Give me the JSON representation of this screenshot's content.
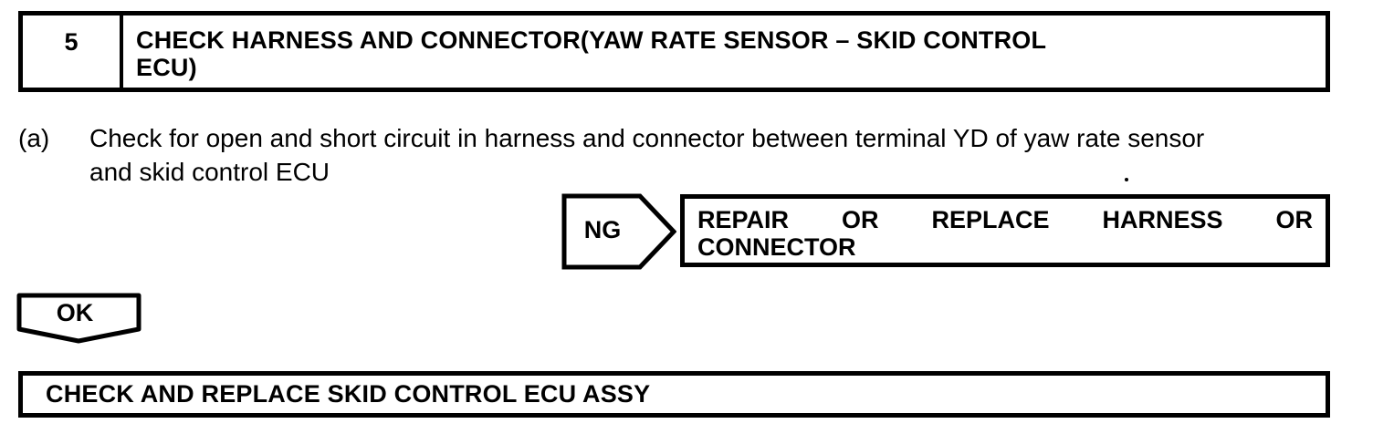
{
  "colors": {
    "ink": "#000000",
    "paper": "#ffffff"
  },
  "step": {
    "number": "5",
    "title_lines": [
      "CHECK HARNESS AND CONNECTOR(YAW RATE SENSOR – SKID CONTROL",
      "ECU)"
    ]
  },
  "instruction": {
    "marker": "(a)",
    "lines": [
      "Check for open and short circuit in harness and connector between terminal YD of yaw rate sensor",
      "and skid control ECU"
    ]
  },
  "ng": {
    "label": "NG",
    "action_lines": [
      "REPAIR OR REPLACE HARNESS OR",
      "CONNECTOR"
    ]
  },
  "ok": {
    "label": "OK"
  },
  "result": {
    "text": "CHECK AND REPLACE SKID CONTROL ECU ASSY"
  }
}
